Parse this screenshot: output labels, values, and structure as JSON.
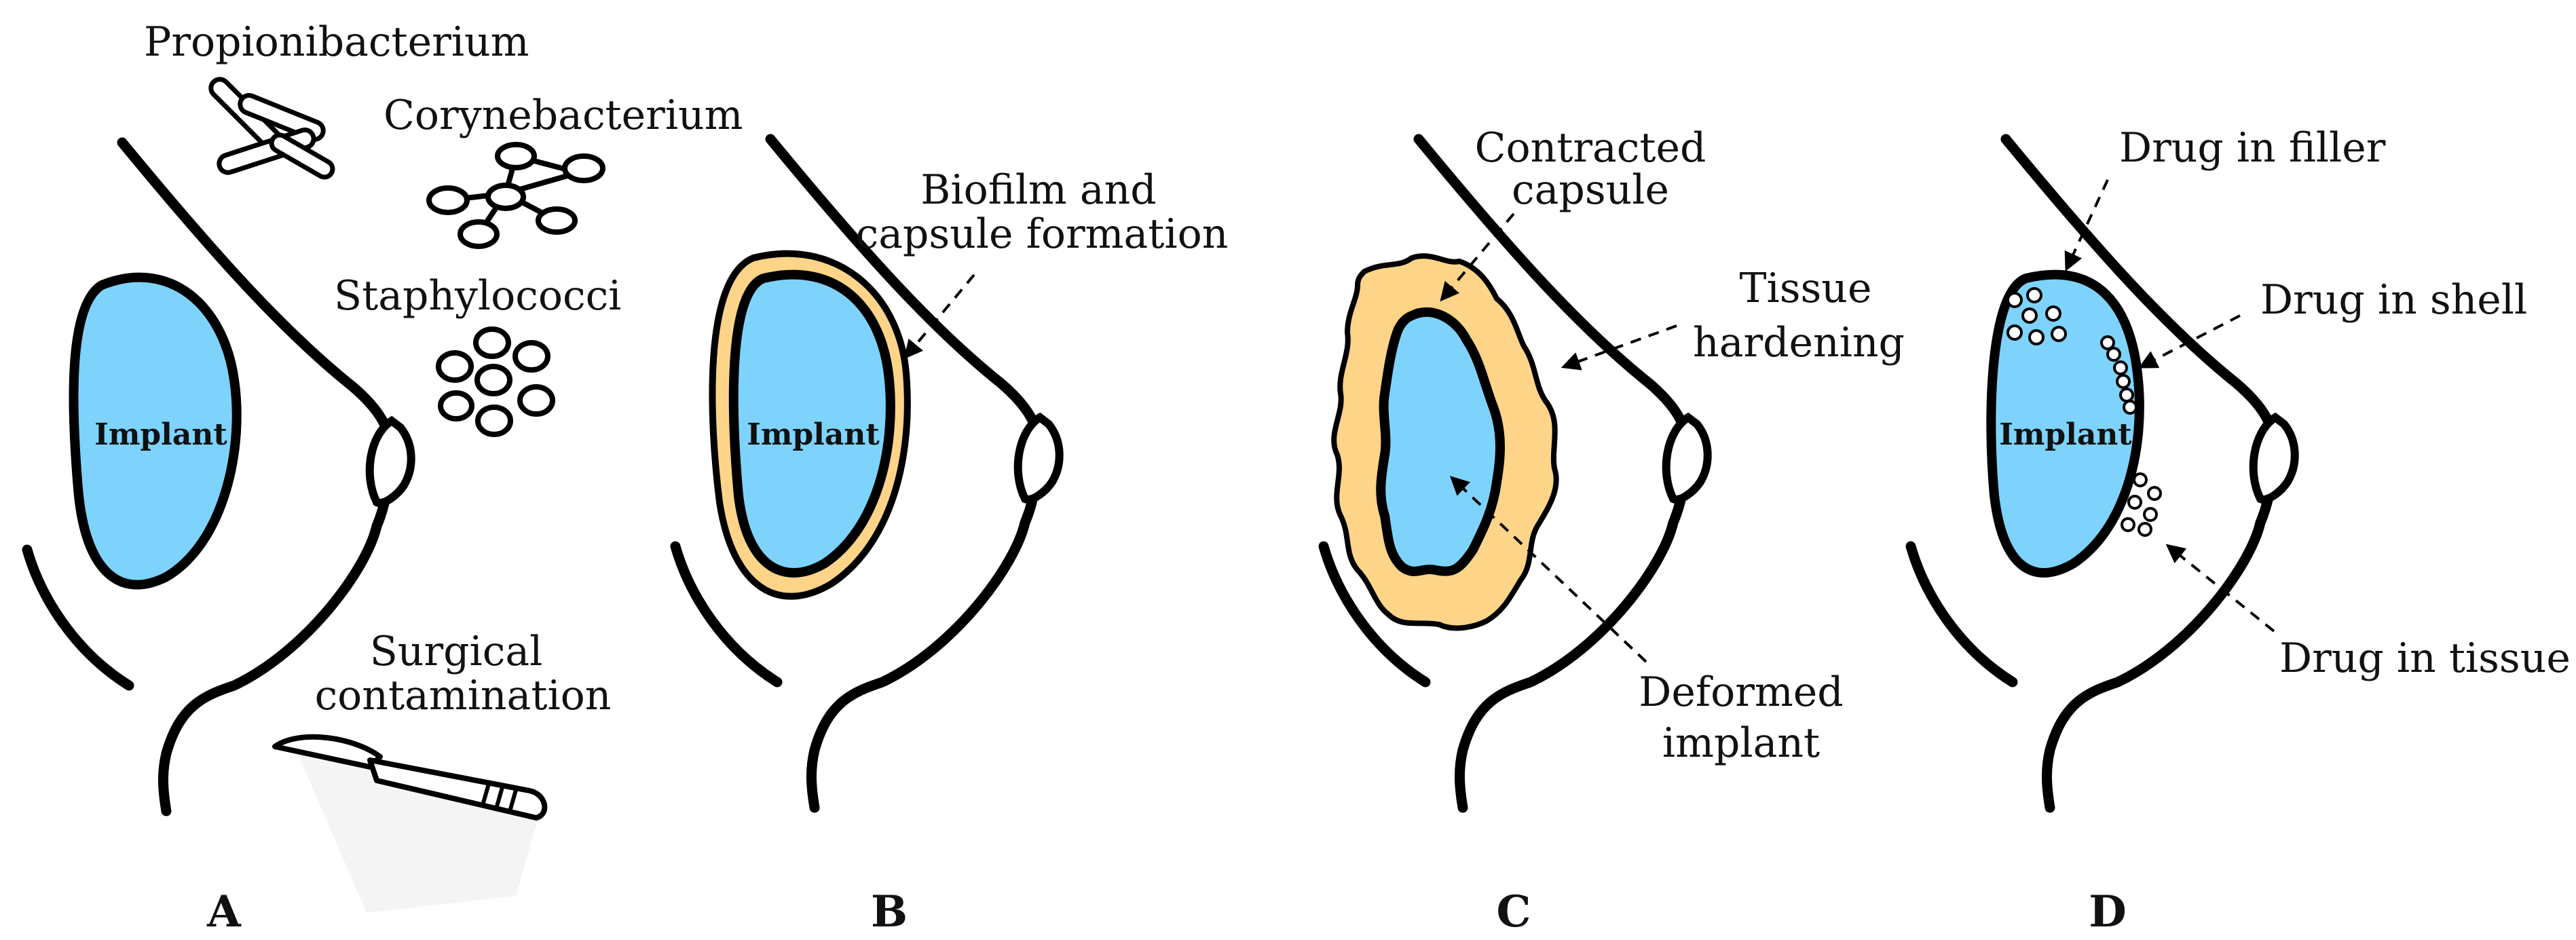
{
  "colors": {
    "implant": "#7dd3fc",
    "capsule": "#fdd488",
    "outline": "#000000"
  },
  "panel_a": {
    "letter": "A",
    "implant_label": "Implant",
    "bacteria_1": "Propionibacterium",
    "bacteria_2": "Corynebacterium",
    "bacteria_3": "Staphylococci",
    "contamination_line1": "Surgical",
    "contamination_line2": "contamination"
  },
  "panel_b": {
    "letter": "B",
    "implant_label": "Implant",
    "biofilm_line1": "Biofilm and",
    "biofilm_line2": "capsule formation"
  },
  "panel_c": {
    "letter": "C",
    "contracted_line1": "Contracted",
    "contracted_line2": "capsule",
    "hardening_line1": "Tissue",
    "hardening_line2": "hardening",
    "deformed_line1": "Deformed",
    "deformed_line2": "implant"
  },
  "panel_d": {
    "letter": "D",
    "implant_label": "Implant",
    "filler": "Drug in filler",
    "shell": "Drug in shell",
    "tissue": "Drug in tissue"
  }
}
